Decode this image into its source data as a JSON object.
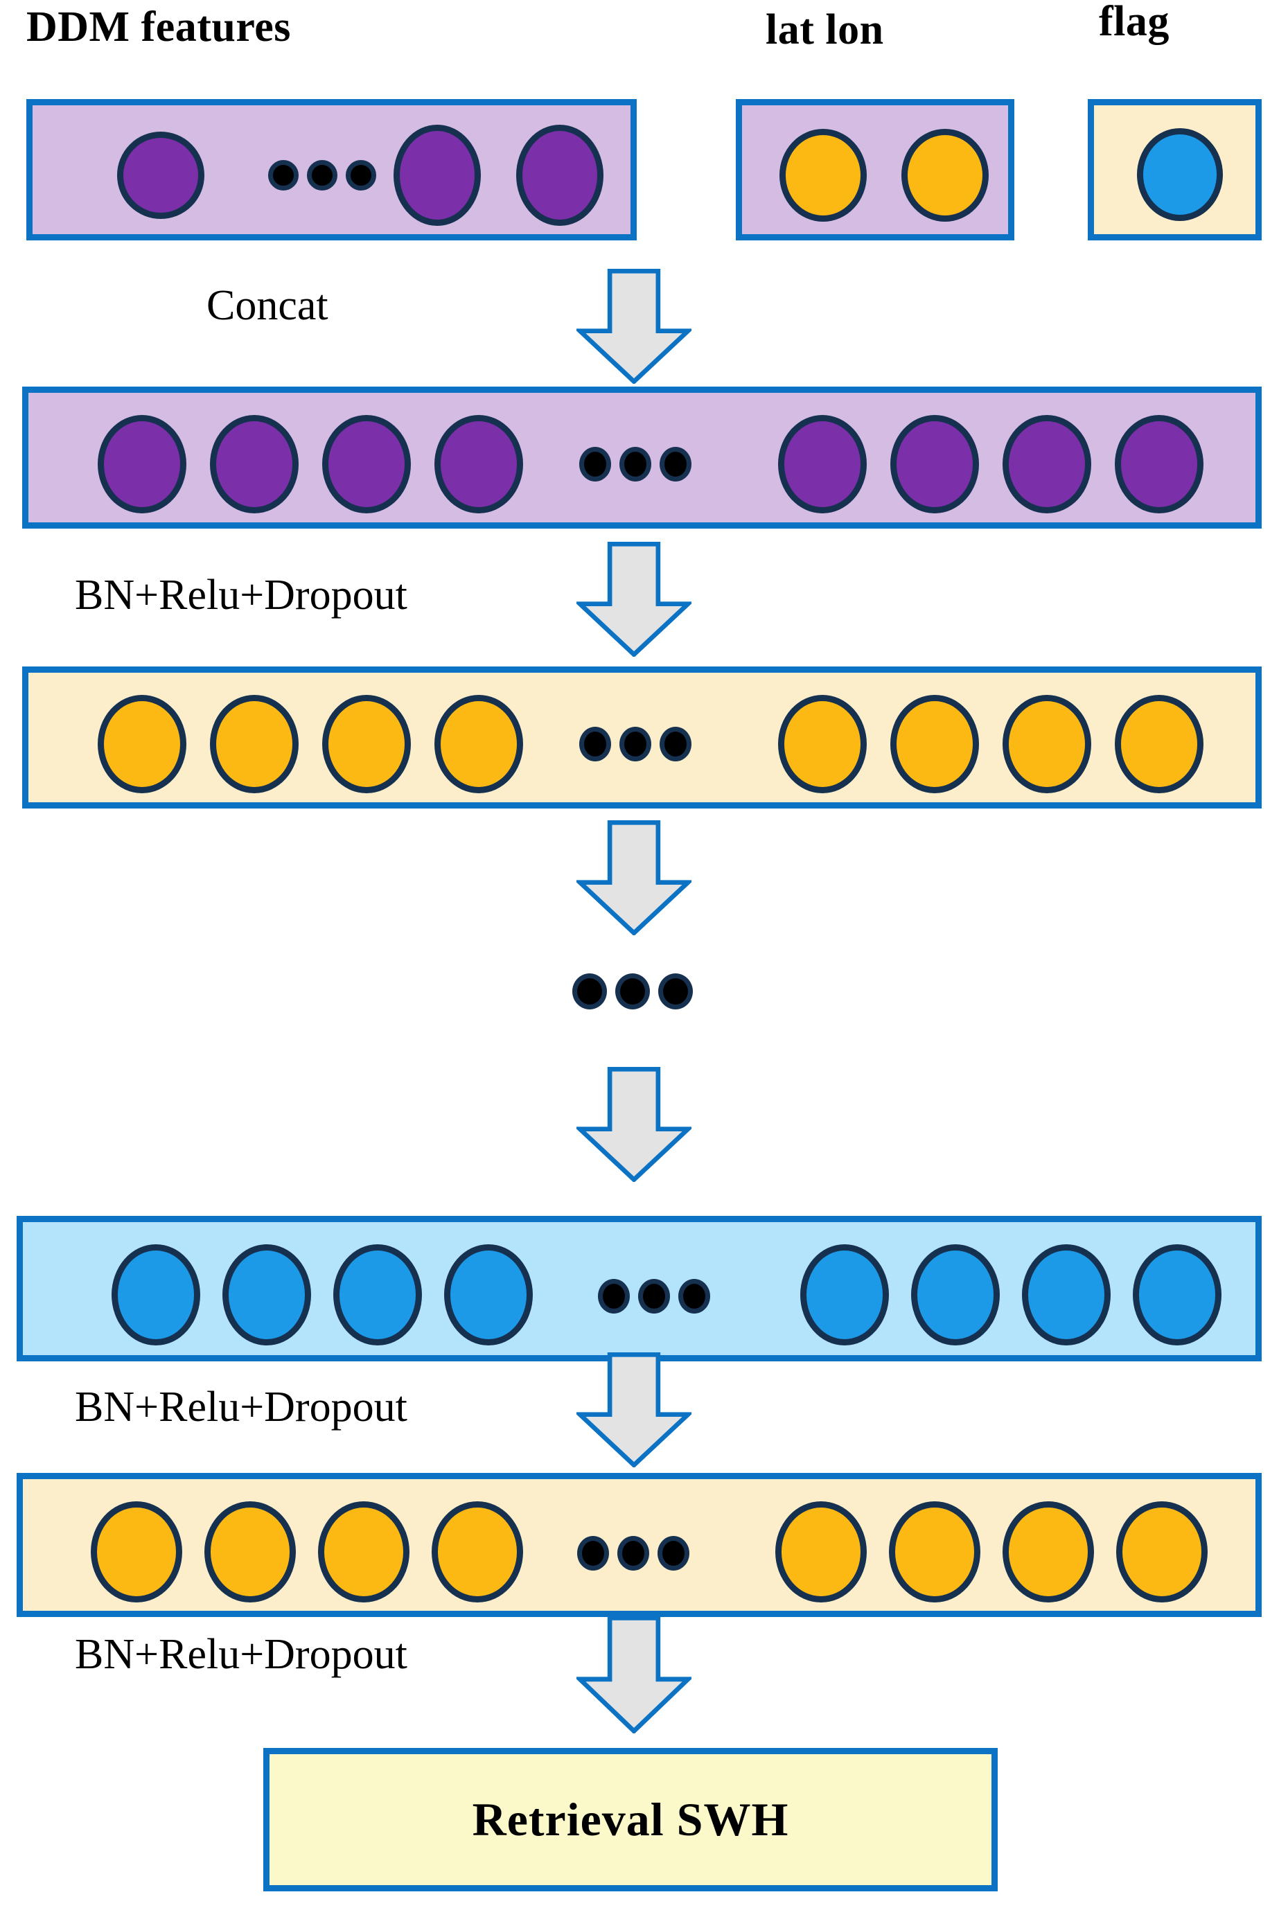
{
  "diagram": {
    "title": "Neural network architecture for SWH retrieval",
    "background_color": "#ffffff",
    "accent_color": "#0b72c4",
    "node_outline_color": "#16304f",
    "colors": {
      "purple_fill": "#d4bce3",
      "yellow_fill": "#fceecb",
      "cyan_fill": "#b4e4fb",
      "pale_yellow_fill": "#fbf9c9",
      "purple_node": "#7b2fa8",
      "gold_node": "#fdb913",
      "blue_node": "#1c9ae8",
      "dot_node": "#000000",
      "arrow_fill": "#e3e3e3"
    }
  },
  "headers": [
    {
      "id": "ddm",
      "label": "DDM  features"
    },
    {
      "id": "latlon",
      "label": "lat  lon"
    },
    {
      "id": "flag",
      "label": "flag"
    }
  ],
  "input_groups": [
    {
      "id": "ddm-features-box",
      "header": "DDM  features",
      "fill": "purple",
      "nodes": [
        "node",
        "dot",
        "dot",
        "dot",
        "node",
        "node"
      ]
    },
    {
      "id": "lat-lon-box",
      "header": "lat  lon",
      "fill": "purple",
      "nodes": [
        "gold",
        "gold"
      ]
    },
    {
      "id": "flag-box",
      "header": "flag",
      "fill": "yellow",
      "nodes": [
        "blue"
      ]
    }
  ],
  "steps": [
    {
      "id": "concat",
      "label": "Concat"
    },
    {
      "id": "bn-relu-dropout-1",
      "label": "BN+Relu+Dropout"
    },
    {
      "id": "bn-relu-dropout-2",
      "label": "BN+Relu+Dropout"
    },
    {
      "id": "bn-relu-dropout-3",
      "label": "BN+Relu+Dropout"
    }
  ],
  "layers": [
    {
      "id": "concat-layer",
      "fill": "purple",
      "node_type": "purple",
      "left_nodes": 4,
      "right_nodes": 4,
      "ellipsis": 3
    },
    {
      "id": "hidden-layer-gold-1",
      "fill": "yellow",
      "node_type": "gold",
      "left_nodes": 4,
      "right_nodes": 4,
      "ellipsis": 3
    },
    {
      "id": "hidden-layer-blue",
      "fill": "cyan",
      "node_type": "blue",
      "left_nodes": 4,
      "right_nodes": 4,
      "ellipsis": 3
    },
    {
      "id": "hidden-layer-gold-2",
      "fill": "yellow",
      "node_type": "gold",
      "left_nodes": 4,
      "right_nodes": 4,
      "ellipsis": 3
    }
  ],
  "vertical_ellipsis": {
    "id": "stacked-layers-ellipsis",
    "dots": 3
  },
  "output": {
    "id": "retrieval-swh-box",
    "label": "Retrieval SWH",
    "fill": "pale_yellow"
  },
  "arrows": [
    {
      "id": "arrow-concat",
      "direction": "down"
    },
    {
      "id": "arrow-bn-1",
      "direction": "down"
    },
    {
      "id": "arrow-to-ellipsis",
      "direction": "down"
    },
    {
      "id": "arrow-from-ellipsis",
      "direction": "down"
    },
    {
      "id": "arrow-bn-2",
      "direction": "down"
    },
    {
      "id": "arrow-bn-3",
      "direction": "down"
    }
  ]
}
